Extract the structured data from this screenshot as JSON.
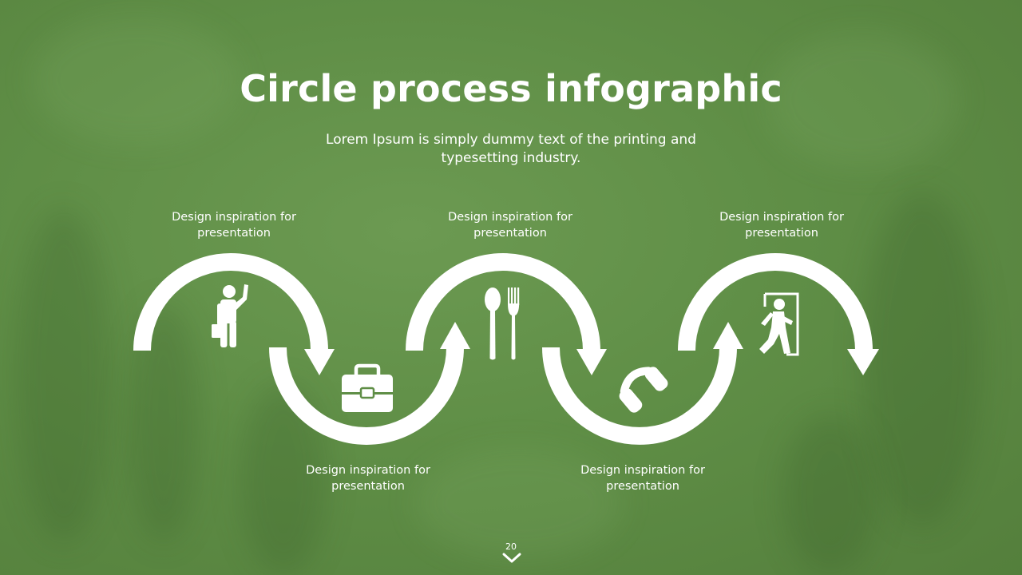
{
  "slide": {
    "title": "Circle process infographic",
    "subtitle": "Lorem Ipsum is simply dummy text of the printing and typesetting industry.",
    "page_number": "20"
  },
  "steps": [
    {
      "label": "Design inspiration for presentation",
      "icon": "person-briefcase-icon"
    },
    {
      "label": "Design inspiration for presentation",
      "icon": "briefcase-icon"
    },
    {
      "label": "Design inspiration for presentation",
      "icon": "spoon-fork-icon"
    },
    {
      "label": "Design inspiration for presentation",
      "icon": "phone-handset-icon"
    },
    {
      "label": "Design inspiration for presentation",
      "icon": "person-exit-door-icon"
    }
  ],
  "colors": {
    "background": "#5f8e46",
    "foreground": "#ffffff"
  }
}
